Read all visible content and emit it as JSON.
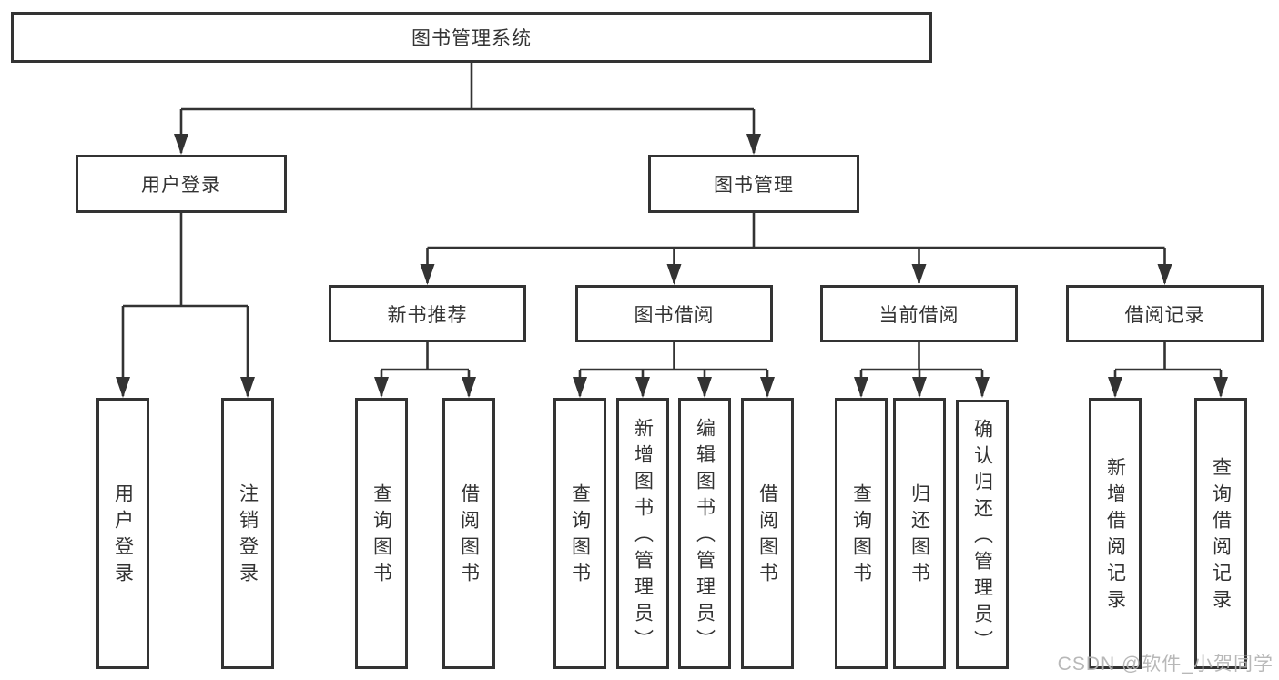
{
  "diagram": {
    "type": "hierarchy-tree",
    "root": {
      "label": "图书管理系统"
    },
    "level1": [
      {
        "id": "user_login",
        "label": "用户登录"
      },
      {
        "id": "book_management",
        "label": "图书管理"
      }
    ],
    "level2": [
      {
        "id": "new_book_recommend",
        "label": "新书推荐",
        "parent": "book_management"
      },
      {
        "id": "book_borrow",
        "label": "图书借阅",
        "parent": "book_management"
      },
      {
        "id": "current_borrow",
        "label": "当前借阅",
        "parent": "book_management"
      },
      {
        "id": "borrow_records",
        "label": "借阅记录",
        "parent": "book_management"
      }
    ],
    "leaves": {
      "user_login": [
        "用户登录",
        "注销登录"
      ],
      "new_book_recommend": [
        "查询图书",
        "借阅图书"
      ],
      "book_borrow": [
        "查询图书",
        "新增图书（管理员）",
        "编辑图书（管理员）",
        "借阅图书"
      ],
      "current_borrow": [
        "查询图书",
        "归还图书",
        "确认归还（管理员）"
      ],
      "borrow_records": [
        "新增借阅记录",
        "查询借阅记录"
      ]
    },
    "watermark": "CSDN @软件_小贺同学",
    "colors": {
      "line": "#333333",
      "box_border": "#333333",
      "box_fill": "#ffffff",
      "text": "#333333",
      "watermark": "#b3b3b3"
    }
  }
}
